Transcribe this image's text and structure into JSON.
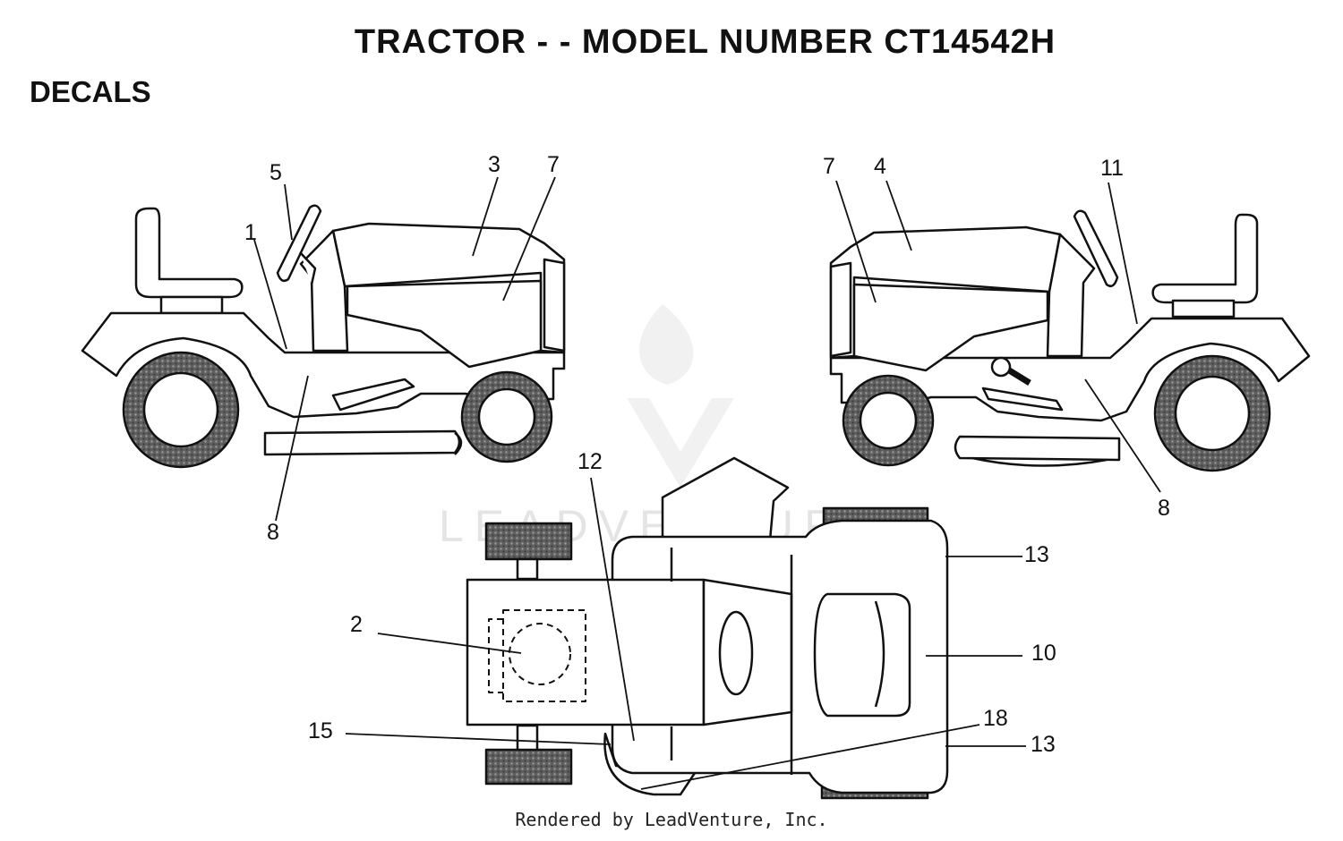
{
  "title": "TRACTOR - - MODEL NUMBER CT14542H",
  "section": "DECALS",
  "watermark": "LEADVENTURE",
  "credit": "Rendered by LeadVenture, Inc.",
  "callouts": {
    "c1": "1",
    "c2": "2",
    "c3": "3",
    "c4": "4",
    "c5": "5",
    "c7a": "7",
    "c7b": "7",
    "c8a": "8",
    "c8b": "8",
    "c10": "10",
    "c11": "11",
    "c12": "12",
    "c13a": "13",
    "c13b": "13",
    "c15": "15",
    "c18": "18"
  },
  "colors": {
    "line": "#111111",
    "tire": "#7a7a7a",
    "watermark": "#e4e4e4"
  }
}
